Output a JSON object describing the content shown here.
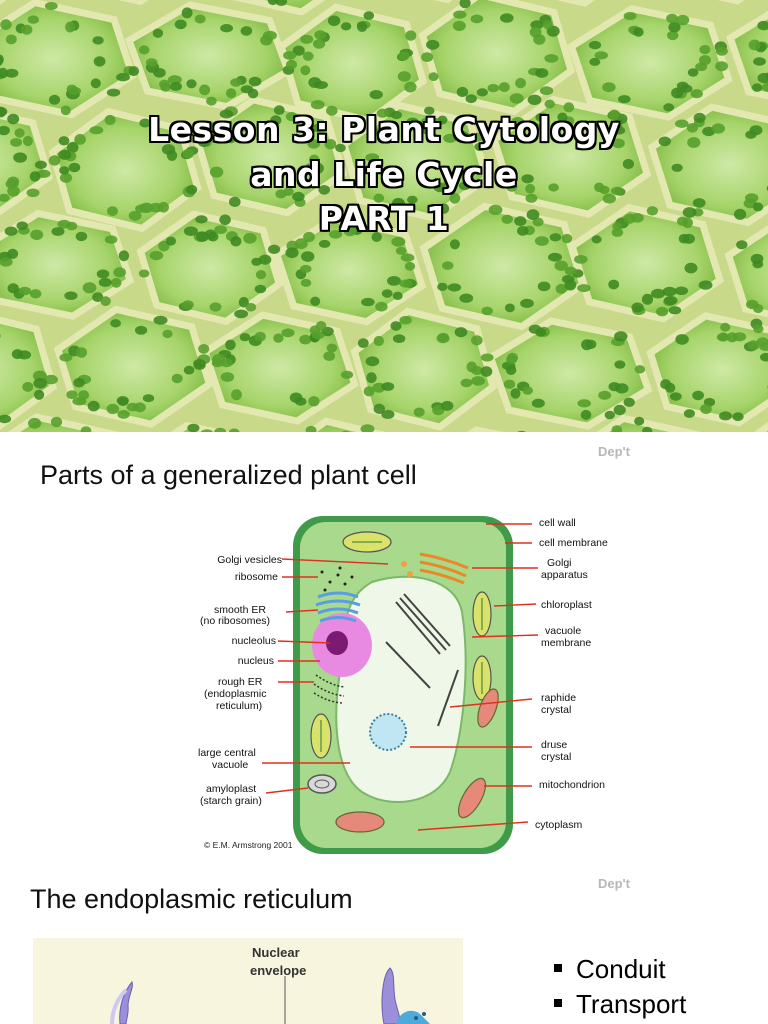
{
  "slide1": {
    "title_lines": [
      "Lesson 3: Plant Cytology",
      "and Life Cycle",
      "PART 1"
    ]
  },
  "slide2": {
    "watermark": "Dep't",
    "heading": "Parts of a generalized plant cell",
    "labels_left": [
      "Golgi vesicles",
      "ribosome",
      "smooth ER",
      "(no ribosomes)",
      "nucleolus",
      "nucleus",
      "rough ER",
      "(endoplasmic",
      "reticulum)",
      "large central",
      "vacuole",
      "amyloplast",
      "(starch grain)"
    ],
    "labels_right": [
      "cell wall",
      "cell membrane",
      "Golgi",
      "apparatus",
      "chloroplast",
      "vacuole",
      "membrane",
      "raphide",
      "crystal",
      "druse",
      "crystal",
      "mitochondrion",
      "cytoplasm"
    ],
    "copyright": "© E.M. Armstrong 2001",
    "colors": {
      "cell_wall": "#2e8b3a",
      "cytoplasm": "#a8d88a",
      "vacuole": "#eef8e6",
      "nucleus": "#e67fe0",
      "nucleolus": "#7a1a6e",
      "arrow": "#e0301e"
    }
  },
  "slide3": {
    "watermark": "Dep't",
    "heading": "The endoplasmic reticulum",
    "diagram_label": [
      "Nuclear",
      "envelope"
    ],
    "bullets": [
      "Conduit",
      "Transport"
    ]
  }
}
